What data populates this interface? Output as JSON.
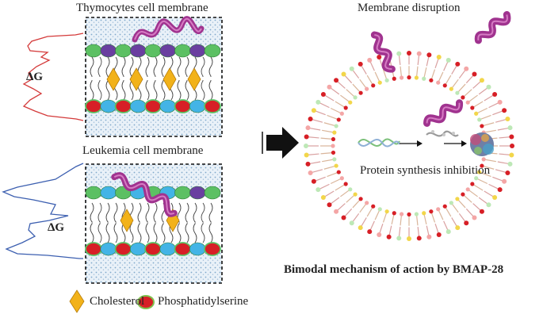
{
  "panels": {
    "top": {
      "title": "Thymocytes cell membrane",
      "energy_label": "ΔG"
    },
    "bottom": {
      "title": "Leukemia cell membrane",
      "energy_label": "ΔG"
    }
  },
  "right": {
    "membrane_label": "Membrane disruption",
    "protein_label": "Protein synthesis inhibition"
  },
  "caption": "Bimodal mechanism of action by BMAP-28",
  "legend": {
    "cholesterol": "Cholesterol",
    "phosphatidylserine": "Phosphatidylserine"
  },
  "colors": {
    "top_curve": "#d43a3a",
    "bottom_curve": "#3c5fb0",
    "ps_red": "#d71f26",
    "cholesterol_yellow": "#f2b21a",
    "lipid_green": "#5cc063",
    "lipid_blue": "#43b4e6",
    "lipid_purple": "#6a3fa0",
    "peptide": "#a0338f"
  }
}
